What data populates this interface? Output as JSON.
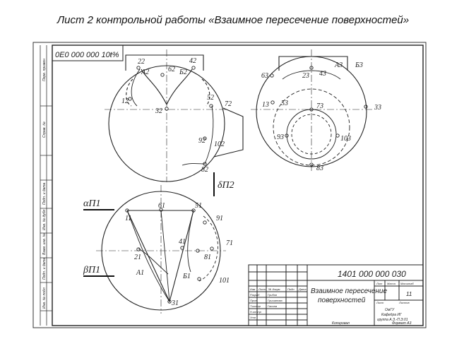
{
  "slide": {
    "title": "Лист 2 контрольной работы «Взаимное пересечение поверхностей»"
  },
  "drawing": {
    "sheet_code": "0E0 000 000 10ŧ%",
    "doc_code": "1401 000 000 030",
    "doc_title_line1": "Взаимное пересечение",
    "doc_title_line2": "поверхностей",
    "sheet_no": "11",
    "footer": "Копировал",
    "format_label": "Формат А3",
    "stamp_cols": [
      "Изм",
      "Лист",
      "№ докум",
      "Подп",
      "Дата"
    ],
    "stamp_rows": [
      "Разраб",
      "Пров",
      "Т.контр",
      "Н.контр",
      "Утв"
    ],
    "stamp_names": [
      "Грибов",
      "Гришанова",
      "Ганина"
    ],
    "org_lines": [
      "ОмГУ",
      "Кафедра ИГ",
      "группа А.З.-П.Э.01"
    ],
    "stamp_heads": [
      "Лит",
      "Масса",
      "Масштаб",
      "Лист",
      "Листов"
    ],
    "left_strip": [
      "Перв. примен",
      "Справ. №",
      "Подп. и дата",
      "Инв. № дубл",
      "Взам. инв. №",
      "Подп. и дата",
      "Инв. № подл"
    ],
    "plane_labels": {
      "delta": "δΠ2",
      "alpha": "αΠ1",
      "beta": "βΠ1"
    },
    "front_view_labels": [
      "22",
      "42",
      "A2",
      "62",
      "Б2",
      "12",
      "52",
      "32",
      "72",
      "92",
      "102",
      "82"
    ],
    "side_view_labels": [
      "A3",
      "Б3",
      "63",
      "23",
      "43",
      "13",
      "53",
      "73",
      "33",
      "93",
      "103",
      "83"
    ],
    "top_view_labels": [
      "61",
      "51",
      "11",
      "91",
      "41",
      "71",
      "21",
      "81",
      "A1",
      "Б1",
      "101",
      "31"
    ]
  }
}
